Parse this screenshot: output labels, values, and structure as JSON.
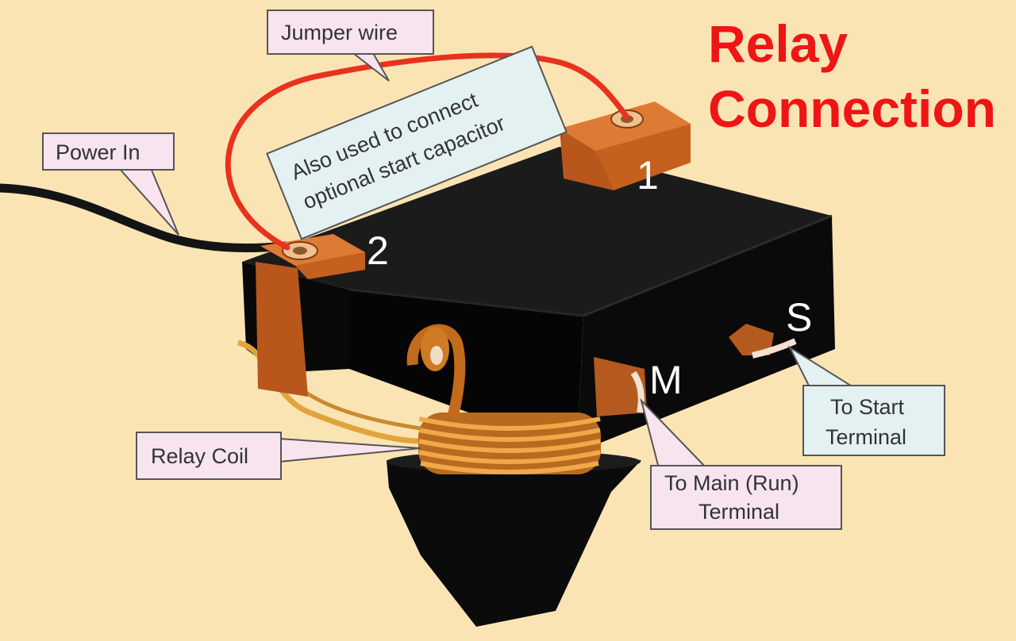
{
  "title": {
    "line1": "Relay",
    "line2": "Connection"
  },
  "labels": {
    "jumper_wire": "Jumper wire",
    "capacitor_note_1": "Also used to connect",
    "capacitor_note_2": "optional start capacitor",
    "power_in": "Power In",
    "relay_coil": "Relay Coil",
    "to_start_1": "To Start",
    "to_start_2": "Terminal",
    "to_main_1": "To Main (Run)",
    "to_main_2": "Terminal"
  },
  "terminals": {
    "t1": "1",
    "t2": "2",
    "m": "M",
    "s": "S"
  },
  "colors": {
    "background": "#fbe4b4",
    "body": "#0c0c0c",
    "copper": "#c9621f",
    "jumper": "#e8321e",
    "coil": "#d88a2e",
    "title": "#ee1515",
    "label_pink": "#f7e4ef",
    "label_blue": "#e4f1f3"
  }
}
